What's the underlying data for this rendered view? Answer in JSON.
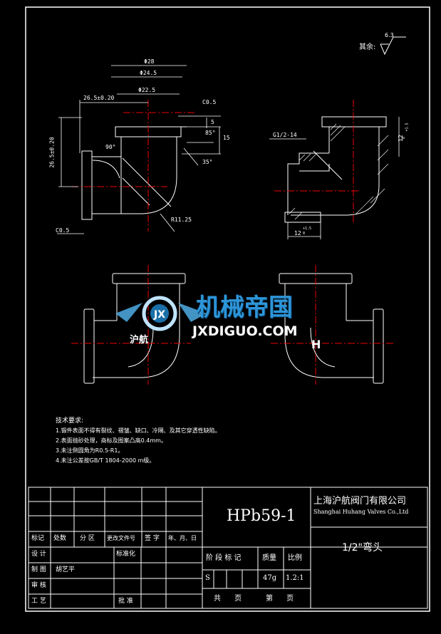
{
  "surface_finish": {
    "label": "其余:",
    "value": "6.3"
  },
  "dimensions": {
    "d28": "Φ28",
    "d245": "Φ24.5",
    "d225": "Φ22.5",
    "h265": "26.5±0.20",
    "v265": "26.5±0.20",
    "c05_top": "C0.5",
    "c05_left": "C0.5",
    "d5": "5",
    "d15": "15",
    "a85": "85°",
    "a35": "35°",
    "a90": "90°",
    "r125": "R11.25",
    "thread": "G1/2-14",
    "len12_bottom": "12",
    "len12_bottom_tol": "+1.5",
    "len12_bottom_tol2": "0",
    "len12_right": "12",
    "len12_right_tol": "+1.5",
    "len12_right_tol2": "0"
  },
  "watermark": {
    "brand": "机械帝国",
    "url": "JXDIGUO.COM",
    "mark_left": "沪航",
    "mark_right": "H"
  },
  "notes": {
    "title": "技术要求:",
    "items": [
      "1.锻件表面不得有裂纹、褶皱、缺口、冷隔、及其它穿透性缺陷。",
      "2.表面抛砂处理，商标及图案凸高0.4mm。",
      "3.未注倒圆角为R0.5-R1。",
      "4.未注公差按GB/T 1804-2000 m级。"
    ]
  },
  "title_block": {
    "material": "HPb59-1",
    "company_cn": "上海沪航阀门有限公司",
    "company_en": "Shanghai Huhang Valves Co.,Ltd",
    "part_name": "1/2\"弯头",
    "rev_headers": [
      "标记",
      "处数",
      "分 区",
      "更改文件号",
      "签 字",
      "年、月、日"
    ],
    "roles": [
      "设 计",
      "制 图",
      "审 核",
      "工 艺"
    ],
    "designer": "胡艺平",
    "standardize": "标准化",
    "approve": "批 准",
    "stage_header": "阶 段 标 记",
    "mass_header": "质量",
    "scale_header": "比例",
    "stage": "S",
    "mass": "47g",
    "scale": "1.2:1",
    "total_pages": "共      页",
    "page_no": "第      页"
  }
}
